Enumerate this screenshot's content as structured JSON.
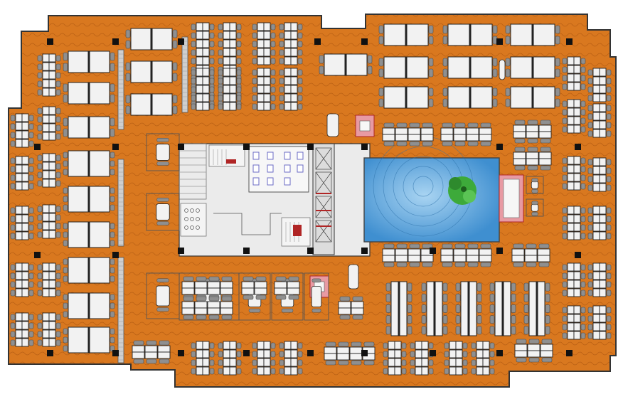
{
  "floor_plan": {
    "colors": {
      "floor": "#d9781f",
      "floor_stripe": "#b85f14",
      "outline": "#333333",
      "core": "#ebebeb",
      "desk": "#f2f2f2",
      "desk_dark": "#222222",
      "chair": "#8f8f8f",
      "chair_dark": "#4a4a4a",
      "column": "#111111",
      "atrium_water": "#3f8fd0",
      "atrium_light": "#a9d4f2",
      "tree": "#3daa3a",
      "accent_pink": "#e89aa3",
      "accent_red": "#b02525"
    },
    "zones": [
      {
        "name": "west-workstations",
        "kind": "desk-cluster"
      },
      {
        "name": "north-workstations",
        "kind": "desk-cluster"
      },
      {
        "name": "east-workstations",
        "kind": "desk-cluster"
      },
      {
        "name": "south-workstations",
        "kind": "desk-cluster"
      },
      {
        "name": "building-core",
        "kind": "core"
      },
      {
        "name": "atrium-void",
        "kind": "atrium"
      },
      {
        "name": "meeting-rooms",
        "kind": "enclosed-rooms"
      }
    ],
    "icons": [
      "column-icon",
      "tree-icon",
      "stair-icon",
      "elevator-icon",
      "toilet-icon"
    ]
  }
}
